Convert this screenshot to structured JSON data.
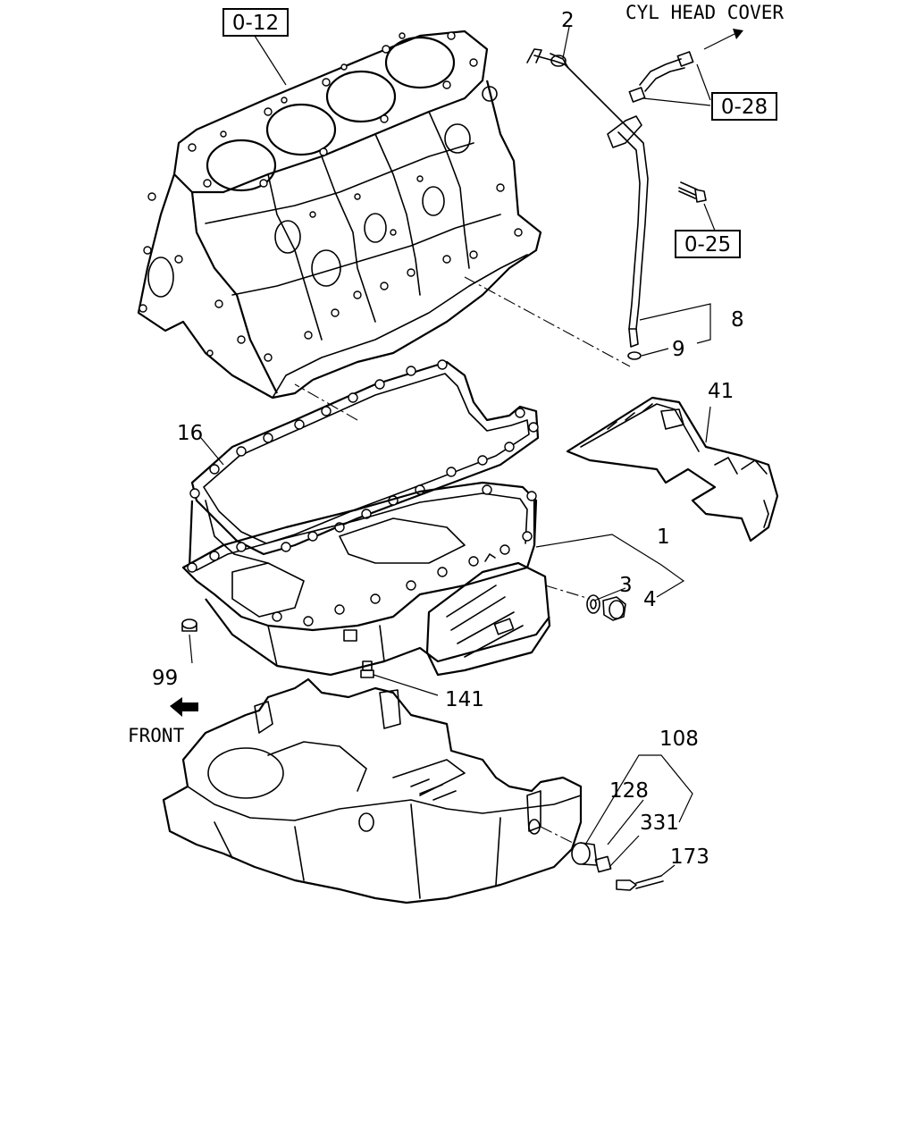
{
  "callouts": {
    "cyl_head_cover": "CYL HEAD COVER",
    "front": "FRONT",
    "ref_0_12": "0-12",
    "ref_0_28": "0-28",
    "ref_0_25": "0-25"
  },
  "part_numbers": {
    "p1": "1",
    "p2": "2",
    "p3": "3",
    "p4": "4",
    "p8": "8",
    "p9": "9",
    "p16": "16",
    "p41": "41",
    "p99": "99",
    "p108": "108",
    "p128": "128",
    "p141": "141",
    "p173": "173",
    "p331": "331"
  }
}
